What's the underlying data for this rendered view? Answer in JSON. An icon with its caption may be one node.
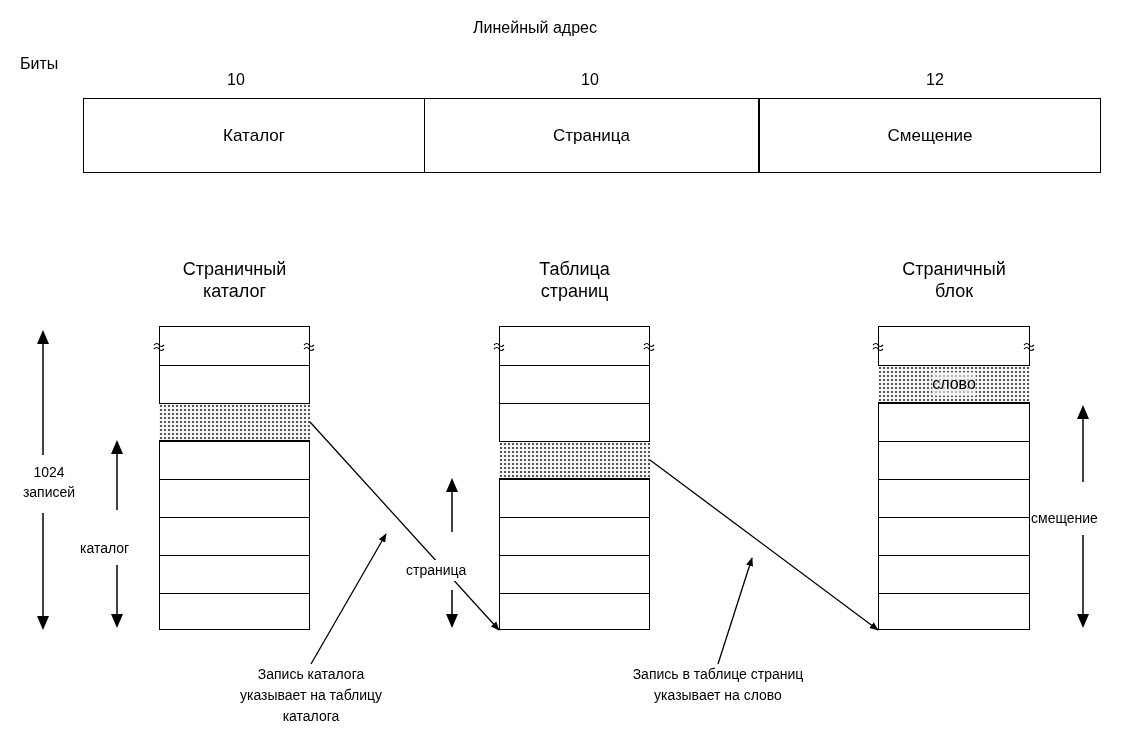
{
  "diagram": {
    "nodes": [
      {
        "text": [
          "Каталог"
        ],
        "beside": [
          "10"
        ]
      },
      {
        "text": [
          "Страница"
        ],
        "beside": [
          "10"
        ]
      },
      {
        "text": [
          "Смещение"
        ],
        "beside": [
          "12"
        ]
      },
      {
        "text": [
          "Страничный каталог"
        ]
      },
      {
        "text": [],
        "shape": "box",
        "in": 3
      },
      {
        "text": [
          "Таблица страниц"
        ]
      },
      {
        "text": [],
        "shape": "box",
        "in": 5
      },
      {
        "text": [
          "Страничный блок"
        ]
      },
      {
        "text": [
          "слово"
        ],
        "in": 7
      },
      {
        "text": [
          "Запись каталога указывает на таблицу каталога"
        ]
      },
      {
        "text": [
          "Запись в таблице страниц указывает на слово"
        ]
      }
    ],
    "edges": [
      {
        "from": 4,
        "to": 5,
        "arrow": "to"
      },
      {
        "from": 6,
        "to": 7,
        "arrow": "to"
      },
      {
        "from": 9,
        "to": null,
        "arrow": "to"
      },
      {
        "from": 10,
        "to": null,
        "arrow": "to"
      }
    ],
    "labels": [
      "Линейный адрес",
      "Биты",
      "1024 записей",
      "каталог",
      "страница",
      "смещение"
    ]
  }
}
